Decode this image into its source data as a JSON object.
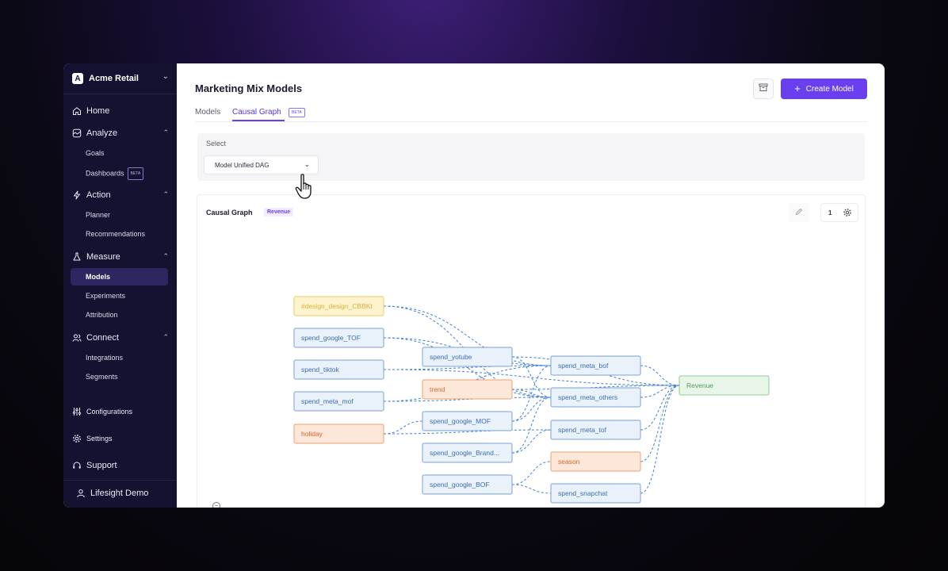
{
  "sidebar": {
    "org_initial": "A",
    "org_name": "Acme Retail",
    "nav": [
      {
        "label": "Home"
      },
      {
        "label": "Analyze",
        "children": [
          "Goals",
          "Dashboards"
        ]
      },
      {
        "label": "Action",
        "children": [
          "Planner",
          "Recommendations"
        ]
      },
      {
        "label": "Measure",
        "children": [
          "Models",
          "Experiments",
          "Attribution"
        ]
      },
      {
        "label": "Connect",
        "children": [
          "Integrations",
          "Segments"
        ]
      }
    ],
    "dashboards_badge": "BETA",
    "active_item": "Models",
    "configurations": "Configurations",
    "settings": "Settings",
    "support": "Support",
    "user": "Lifesight Demo"
  },
  "header": {
    "title": "Marketing Mix Models",
    "create_label": "Create Model"
  },
  "tabs": {
    "models": "Models",
    "causal_graph": "Causal Graph",
    "beta": "BETA"
  },
  "select": {
    "label": "Select",
    "value": "Model Unified DAG"
  },
  "graph": {
    "title": "Causal Graph",
    "target_badge": "Revenue",
    "version": "1",
    "nodes": [
      {
        "id": "n1",
        "label": "#design_design_CBBKt",
        "type": "yellow"
      },
      {
        "id": "n2",
        "label": "spend_google_TOF",
        "type": "blue"
      },
      {
        "id": "n3",
        "label": "spend_tiktok",
        "type": "blue"
      },
      {
        "id": "n4",
        "label": "spend_meta_mof",
        "type": "blue"
      },
      {
        "id": "n5",
        "label": "holiday",
        "type": "orange"
      },
      {
        "id": "n6",
        "label": "spend_yotube",
        "type": "blue"
      },
      {
        "id": "n7",
        "label": "trend",
        "type": "orange"
      },
      {
        "id": "n8",
        "label": "spend_google_MOF",
        "type": "blue"
      },
      {
        "id": "n9",
        "label": "spend_google_Brand...",
        "type": "blue"
      },
      {
        "id": "n10",
        "label": "spend_google_BOF",
        "type": "blue"
      },
      {
        "id": "n11",
        "label": "spend_meta_bof",
        "type": "blue"
      },
      {
        "id": "n12",
        "label": "spend_meta_others",
        "type": "blue"
      },
      {
        "id": "n13",
        "label": "spend_meta_tof",
        "type": "blue"
      },
      {
        "id": "n14",
        "label": "season",
        "type": "orange"
      },
      {
        "id": "n15",
        "label": "spend_snapchat",
        "type": "blue"
      },
      {
        "id": "n16",
        "label": "Revenue",
        "type": "green"
      }
    ],
    "edges": [
      [
        "n1",
        "n11"
      ],
      [
        "n1",
        "n12"
      ],
      [
        "n2",
        "n11"
      ],
      [
        "n2",
        "n12"
      ],
      [
        "n3",
        "n11"
      ],
      [
        "n3",
        "n16"
      ],
      [
        "n4",
        "n12"
      ],
      [
        "n4",
        "n11"
      ],
      [
        "n5",
        "n8"
      ],
      [
        "n5",
        "n13"
      ],
      [
        "n6",
        "n12"
      ],
      [
        "n6",
        "n16"
      ],
      [
        "n7",
        "n16"
      ],
      [
        "n7",
        "n12"
      ],
      [
        "n8",
        "n12"
      ],
      [
        "n8",
        "n11"
      ],
      [
        "n9",
        "n13"
      ],
      [
        "n9",
        "n12"
      ],
      [
        "n10",
        "n14"
      ],
      [
        "n10",
        "n15"
      ],
      [
        "n11",
        "n16"
      ],
      [
        "n12",
        "n16"
      ],
      [
        "n13",
        "n16"
      ],
      [
        "n14",
        "n16"
      ],
      [
        "n15",
        "n16"
      ]
    ]
  },
  "colors": {
    "accent": "#6a3ff0",
    "sidebar_bg": "#141131",
    "node_blue_fill": "#e9f1fb",
    "node_blue_stroke": "#7aa2d6",
    "node_orange_fill": "#fde7d9",
    "node_orange_stroke": "#eda16f",
    "node_yellow_fill": "#fdf3cf",
    "node_yellow_stroke": "#eccb5e",
    "node_green_fill": "#e8f6e9",
    "node_green_stroke": "#8ccc92",
    "edge": "#3f7fd6"
  }
}
